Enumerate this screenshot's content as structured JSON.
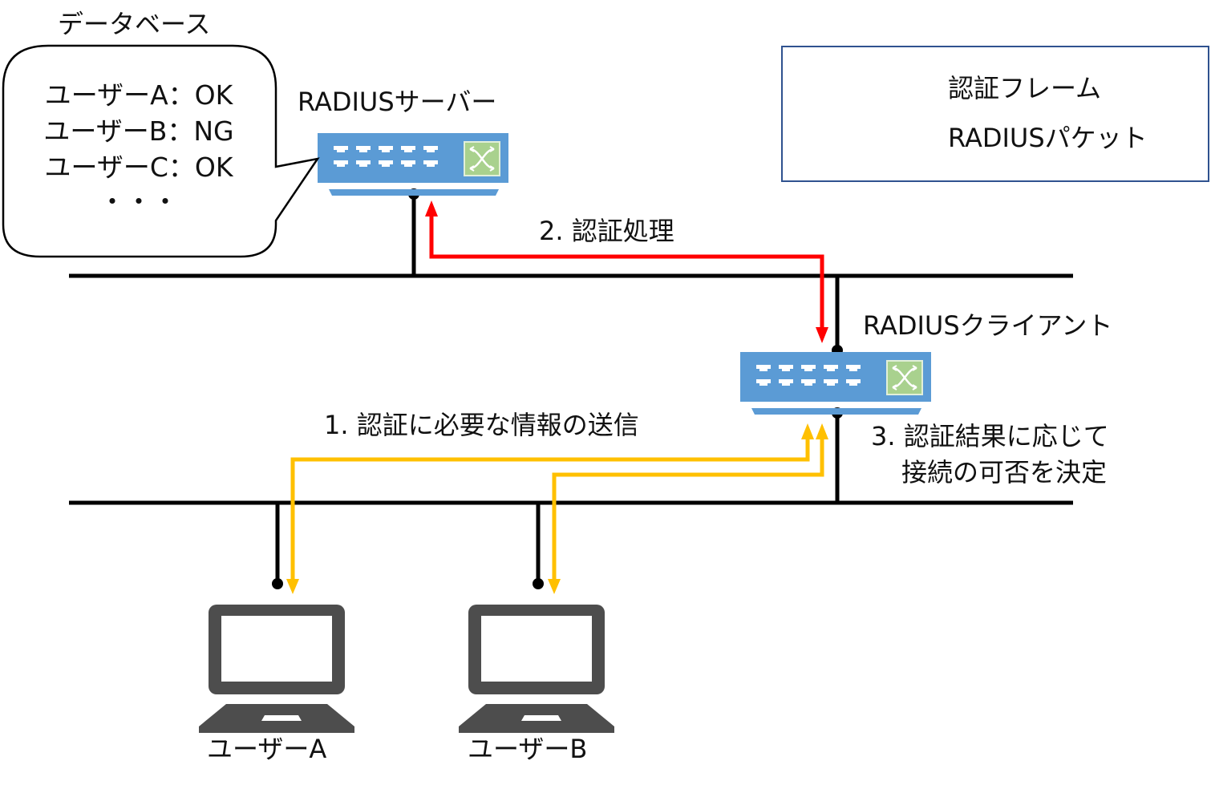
{
  "database": {
    "title": "データベース",
    "entries": [
      "ユーザーA：OK",
      "ユーザーB：NG",
      "ユーザーC：OK",
      "・・・"
    ]
  },
  "devices": {
    "server_label": "RADIUSサーバー",
    "client_label": "RADIUSクライアント",
    "user_a_label": "ユーザーA",
    "user_b_label": "ユーザーB"
  },
  "steps": {
    "step1": "1. 認証に必要な情報の送信",
    "step2": "2. 認証処理",
    "step3_line1": "3. 認証結果に応じて",
    "step3_line2": "接続の可否を決定"
  },
  "legend": {
    "items": [
      {
        "label": "認証フレーム",
        "color": "#ffc000"
      },
      {
        "label": "RADIUSパケット",
        "color": "#ff0000"
      }
    ]
  },
  "colors": {
    "auth_frame": "#ffc000",
    "radius_packet": "#ff0000",
    "legend_border": "#2f528f",
    "switch_body": "#5b9bd5",
    "switch_accent": "#a9d18e",
    "laptop": "#4d4d4d"
  }
}
